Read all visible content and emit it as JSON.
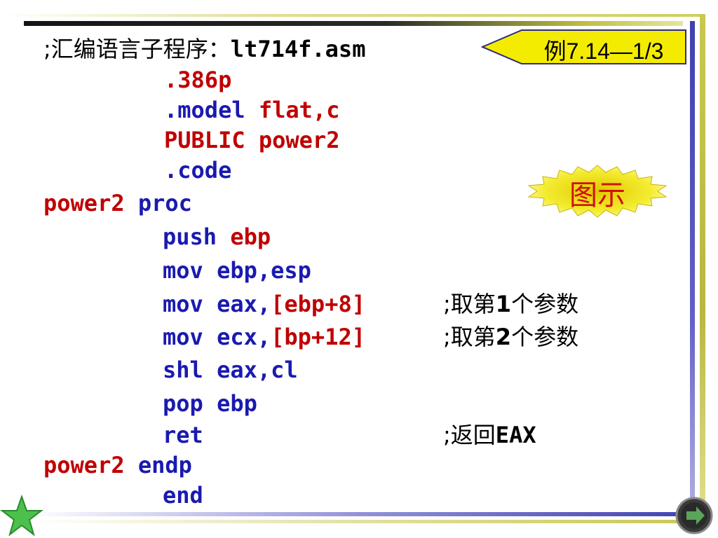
{
  "slide": {
    "badge": "例7.14—1/3",
    "starburst_label": "图示",
    "lines": [
      {
        "comment_cn": ";汇编语言子程序：",
        "file": "lt714f.asm"
      },
      {
        "dir": ".386p"
      },
      {
        "dir": ".model",
        "arg": "flat,c"
      },
      {
        "dir": "PUBLIC",
        "arg": "power2"
      },
      {
        "dir": ".code"
      },
      {
        "label": "power2",
        "op": "proc"
      },
      {
        "op": "push",
        "arg": "ebp"
      },
      {
        "op": "mov ebp,esp"
      },
      {
        "op": "mov eax,",
        "arg": "[ebp+8]",
        "comment": ";取第",
        "num": "1",
        "rest": "个参数"
      },
      {
        "op": "mov ecx,",
        "arg": "[bp+12]",
        "comment": ";取第",
        "num": "2",
        "rest": "个参数"
      },
      {
        "op": "shl eax,cl"
      },
      {
        "op": "pop ebp"
      },
      {
        "op": "ret",
        "comment": ";返回",
        "reg": "EAX"
      },
      {
        "label": "power2",
        "op": "endp"
      },
      {
        "op": "end"
      }
    ]
  },
  "colors": {
    "keyword_blue": "#1a1ab0",
    "operand_red": "#c00000",
    "accent_yellow": "#f2e800"
  },
  "icons": {
    "nav_star": "green-star-icon",
    "next": "next-arrow-icon"
  }
}
